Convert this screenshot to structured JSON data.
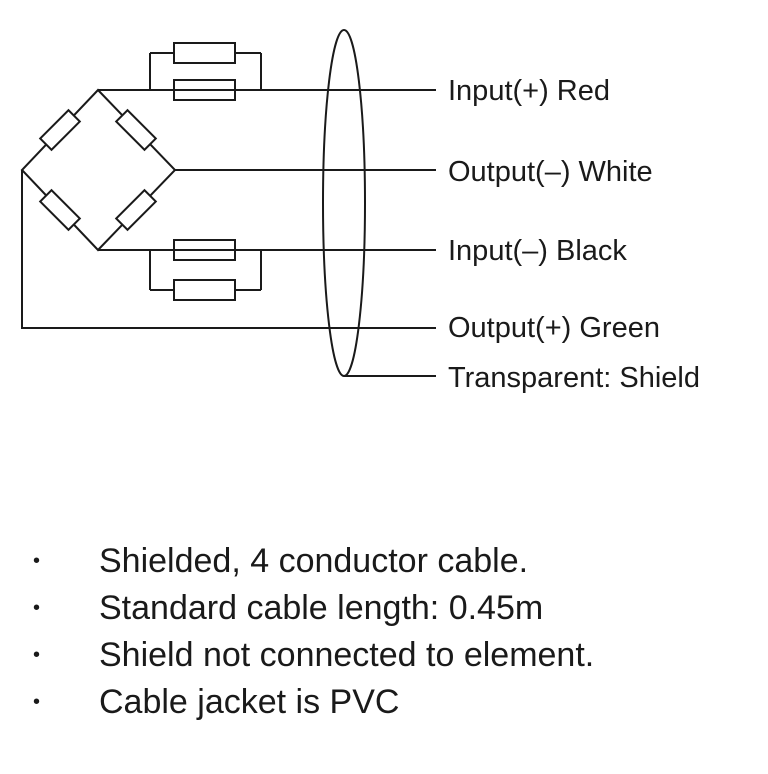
{
  "diagram": {
    "wire_labels": [
      "Input(+) Red",
      "Output(–) White",
      "Input(–) Black",
      "Output(+) Green",
      "Transparent: Shield"
    ]
  },
  "specs": {
    "bullet_glyph": "•",
    "items": [
      "Shielded, 4 conductor cable.",
      "Standard cable length: 0.45m",
      "Shield not connected to element.",
      "Cable jacket is PVC"
    ]
  }
}
